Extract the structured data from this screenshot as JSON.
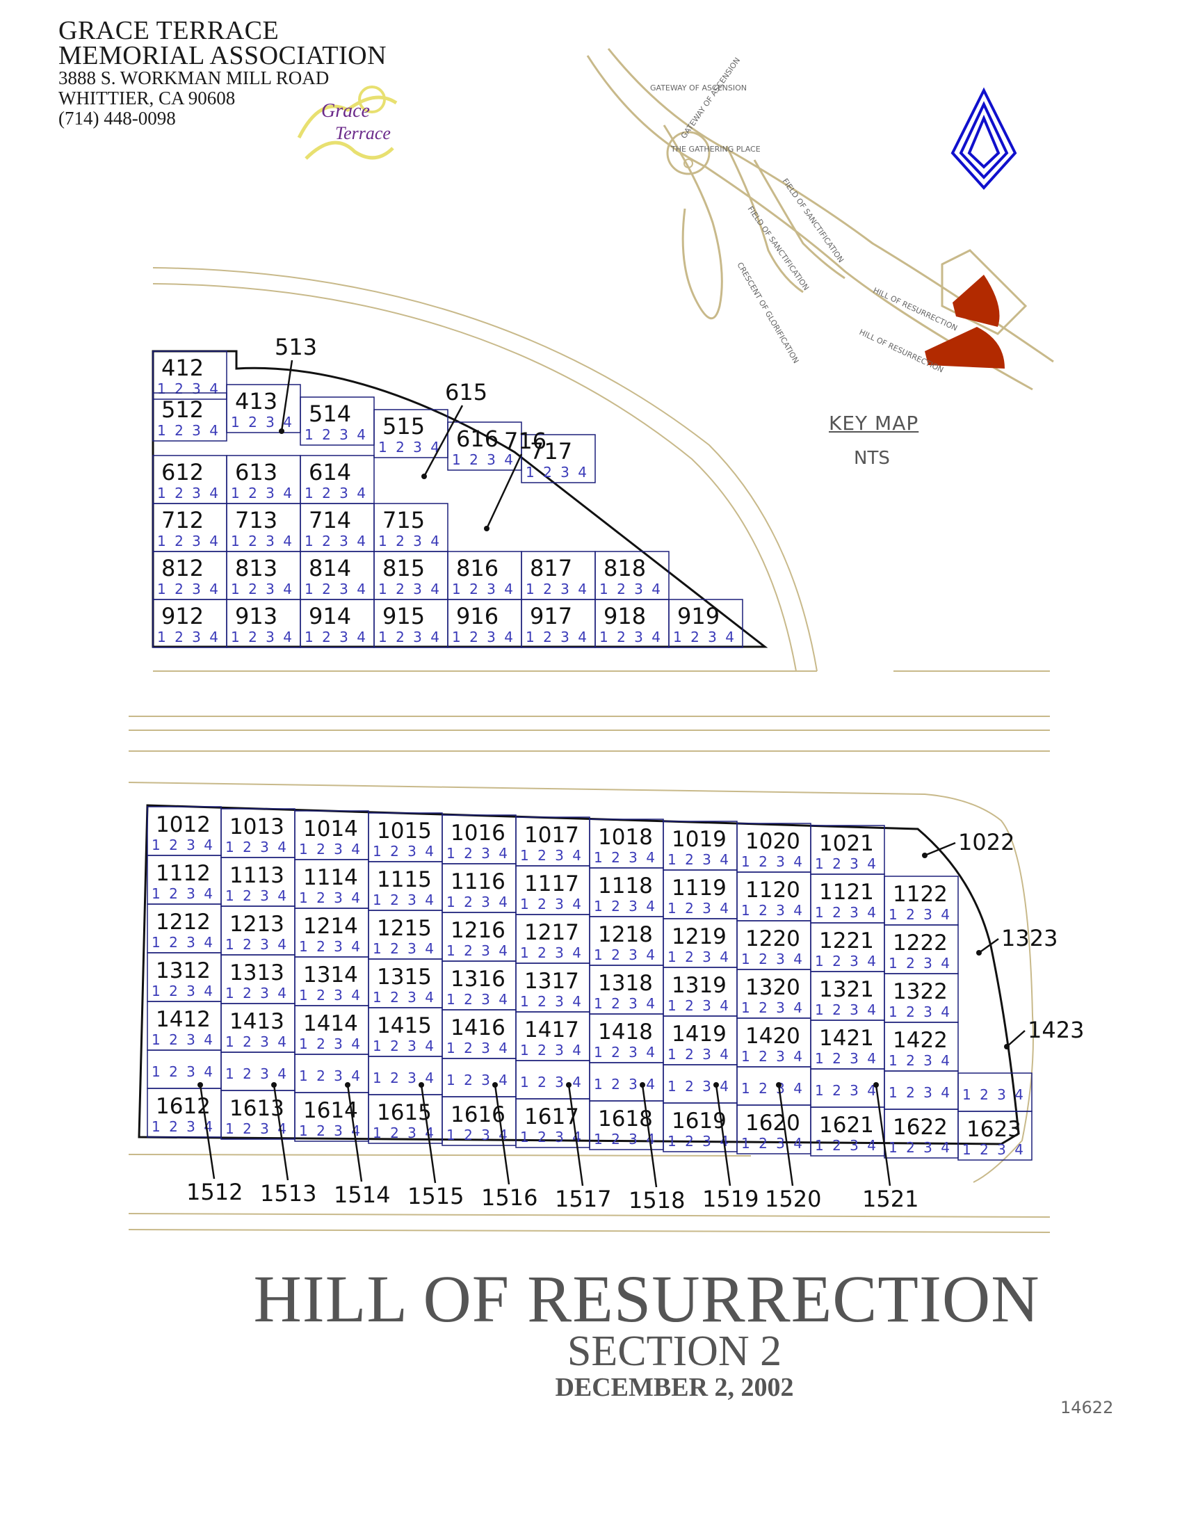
{
  "header": {
    "org_line1": "GRACE TERRACE",
    "org_line2": "MEMORIAL ASSOCIATION",
    "address": "3888 S. WORKMAN MILL ROAD",
    "city": "WHITTIER, CA  90608",
    "phone": "(714) 448-0098",
    "logo_text1": "Grace",
    "logo_text2": "Terrace"
  },
  "key_map": {
    "title": "KEY MAP",
    "scale": "NTS",
    "labels": [
      "GATEWAY OF ASCENSION",
      "GATEWAY OF ASCENSION",
      "THE GATHERING PLACE",
      "FIELD OF SANCTIFICATION",
      "FIELD OF SANCTIFICATION",
      "CRESCENT OF GLORIFICATION",
      "HILL OF RESURRECTION",
      "HILL OF RESURRECTION"
    ],
    "highlight_color": "#b22a00"
  },
  "upper_block": {
    "rows": [
      [
        "412",
        "413",
        "514",
        "515",
        "616",
        "717"
      ],
      [
        "512"
      ],
      [
        "612",
        "613",
        "614"
      ],
      [
        "712",
        "713",
        "714",
        "715"
      ],
      [
        "812",
        "813",
        "814",
        "815",
        "816",
        "817",
        "818"
      ],
      [
        "912",
        "913",
        "914",
        "915",
        "916",
        "917",
        "918",
        "919"
      ]
    ],
    "callouts": [
      "513",
      "615",
      "716"
    ],
    "spaces": "1 2 3 4"
  },
  "lower_block": {
    "rows": [
      [
        "1012",
        "1013",
        "1014",
        "1015",
        "1016",
        "1017",
        "1018",
        "1019",
        "1020",
        "1021"
      ],
      [
        "1112",
        "1113",
        "1114",
        "1115",
        "1116",
        "1117",
        "1118",
        "1119",
        "1120",
        "1121",
        "1122"
      ],
      [
        "1212",
        "1213",
        "1214",
        "1215",
        "1216",
        "1217",
        "1218",
        "1219",
        "1220",
        "1221",
        "1222"
      ],
      [
        "1312",
        "1313",
        "1314",
        "1315",
        "1316",
        "1317",
        "1318",
        "1319",
        "1320",
        "1321",
        "1322"
      ],
      [
        "1412",
        "1413",
        "1414",
        "1415",
        "1416",
        "1417",
        "1418",
        "1419",
        "1420",
        "1421",
        "1422"
      ],
      [
        "1612",
        "1613",
        "1614",
        "1615",
        "1616",
        "1617",
        "1618",
        "1619",
        "1620",
        "1621",
        "1622",
        "1623"
      ]
    ],
    "right_callouts": [
      "1022",
      "1323",
      "1423"
    ],
    "bottom_callouts": [
      "1512",
      "1513",
      "1514",
      "1515",
      "1516",
      "1517",
      "1518",
      "1519",
      "1520",
      "1521"
    ]
  },
  "title": {
    "line1": "HILL OF RESURRECTION",
    "line2": "SECTION 2",
    "line3": "DECEMBER 2, 2002"
  },
  "doc_number": "14622",
  "colors": {
    "road": "#c8b98a",
    "plot_line": "#1b1f7a",
    "space_text": "#3a3ab8",
    "compass": "#1010cc"
  }
}
